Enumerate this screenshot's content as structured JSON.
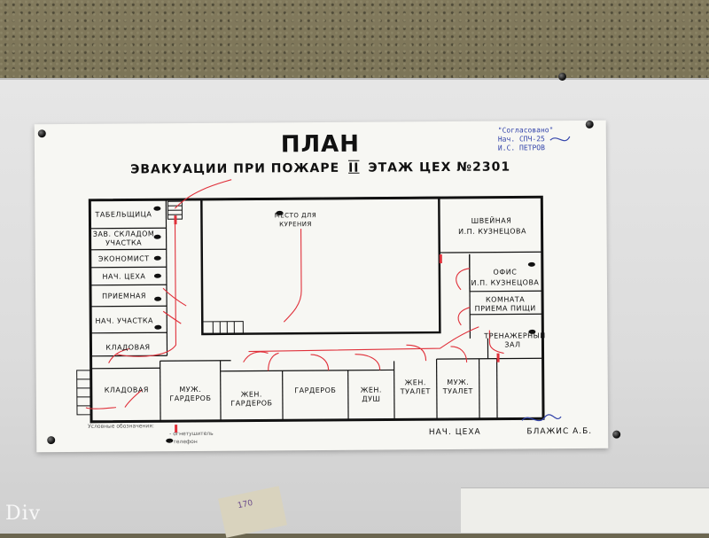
{
  "poster": {
    "title": "ПЛАН",
    "subtitle_left": "ЭВАКУАЦИИ ПРИ ПОЖАРЕ",
    "floor_numeral": "II",
    "subtitle_right": "ЭТАЖ ЦЕХ №2301",
    "agreed": {
      "line1": "\"Согласовано\"",
      "line2": "Нач. СПЧ-25",
      "line3": "И.С. ПЕТРОВ"
    },
    "rooms": {
      "tabelshchitsa": "ТАБЕЛЬЩИЦА",
      "zav_skladom": "ЗАВ. СКЛАДОМ УЧАСТКА",
      "ekonomist": "ЭКОНОМИСТ",
      "nach_tsekha": "НАЧ. ЦЕХА",
      "priemnaya": "ПРИЕМНАЯ",
      "nach_uchastka": "НАЧ. УЧАСТКА",
      "kladovaya_1": "КЛАДОВАЯ",
      "kladovaya_2": "КЛАДОВАЯ",
      "mesto_kureniya": "МЕСТО ДЛЯ КУРЕНИЯ",
      "shveynaya": "ШВЕЙНАЯ",
      "shveynaya_sub": "И.П. КУЗНЕЦОВА",
      "ofis": "ОФИС",
      "ofis_sub": "И.П. КУЗНЕЦОВА",
      "komnata_pishchi": "КОМНАТА ПРИЕМА ПИЩИ",
      "trenazherny": "ТРЕНАЖЕРНЫЙ ЗАЛ",
      "muzh_garderob": "МУЖ. ГАРДЕРОБ",
      "zhen_garderob_1": "ЖЕН. ГАРДЕРОБ",
      "garderob": "ГАРДЕРОБ",
      "zhen_dush": "ЖЕН. ДУШ",
      "zhen_tualet": "ЖЕН. ТУАЛЕТ",
      "muzh_tualet": "МУЖ. ТУАЛЕТ"
    },
    "footer_sign": "НАЧ. ЦЕХА",
    "footer_name": "БЛАЖИС А.Б.",
    "legend": {
      "line1": "Условные обозначения:",
      "extinguisher": "- огнетушитель",
      "phone": "- телефон"
    }
  },
  "scrap_note": "170",
  "watermark": "Div",
  "colors": {
    "ink": "#111111",
    "evac_arrow": "#e0303a",
    "agreed_ink": "#3344aa"
  }
}
